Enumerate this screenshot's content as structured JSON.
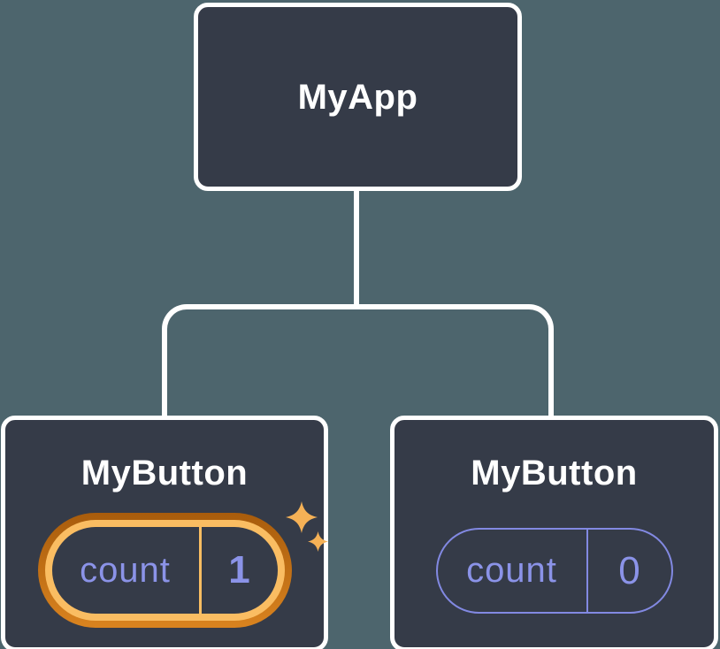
{
  "theme": {
    "bg": "#4d656d",
    "card": "#353b48",
    "line": "#ffffff",
    "purple": "#8b93e8",
    "purple-border": "#8289e2",
    "orange-dark": "#a85c0c",
    "orange-mid": "#d9831f",
    "orange-light": "#fabd62",
    "sparkle": "#f5b156"
  },
  "tree": {
    "root": {
      "label": "MyApp"
    },
    "children": [
      {
        "label": "MyButton",
        "state": {
          "name": "count",
          "value": "1"
        },
        "highlighted": true,
        "highlight_icon": "sparkles-icon"
      },
      {
        "label": "MyButton",
        "state": {
          "name": "count",
          "value": "0"
        },
        "highlighted": false
      }
    ]
  }
}
